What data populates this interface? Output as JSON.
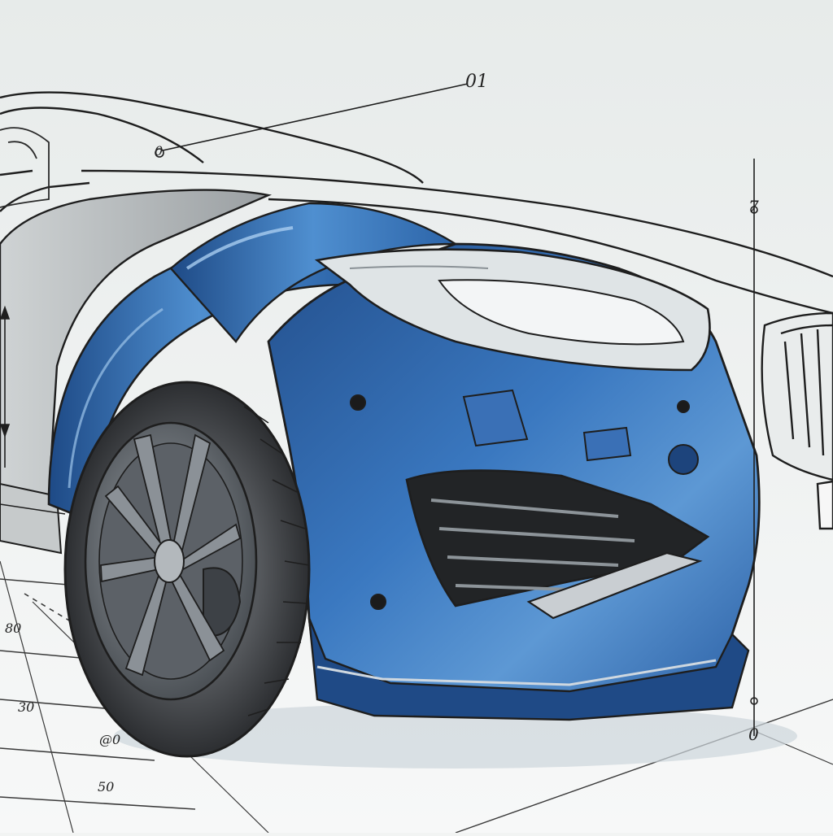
{
  "illustration": {
    "subject": "car-front-fender-bumper-technical-sketch",
    "colors": {
      "paper": "#f2f4f3",
      "ink": "#1e1e1e",
      "panel_blue": "#2f62a8",
      "panel_blue_light": "#6ea6dc",
      "panel_blue_dark": "#163a6e",
      "tire": "#3a3c3f",
      "rim": "#6f757b"
    }
  },
  "annotations": {
    "callout_top": "01",
    "callout_vertical_top": "7",
    "callout_vertical_bottom": "0",
    "callout_roof": "0",
    "scale_1": "80",
    "scale_2": "30",
    "scale_3": "@0",
    "scale_4": "50"
  }
}
